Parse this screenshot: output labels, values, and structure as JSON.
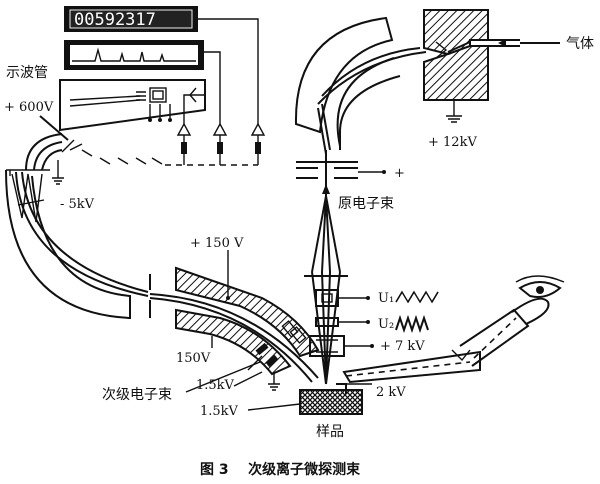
{
  "labels": {
    "counter_display": "00592317",
    "oscilloscope": "示波管",
    "plus_600v": "+ 600V",
    "minus_5kv": "- 5kV",
    "gas": "气体",
    "plus_12kv": "+ 12kV",
    "plus_sign": "+",
    "primary_beam": "原电子束",
    "plus_150v": "+ 150 V",
    "u1": "U₁",
    "u2": "U₂",
    "plus_7kv": "+ 7 kV",
    "v150": "150V",
    "secondary_beam": "次级电子束",
    "v1_5kv_a": "1.5kV",
    "v2kv": "2 kV",
    "v1_5kv_b": "1.5kV",
    "sample": "样品",
    "caption": "图 3    次级离子微探测束"
  }
}
